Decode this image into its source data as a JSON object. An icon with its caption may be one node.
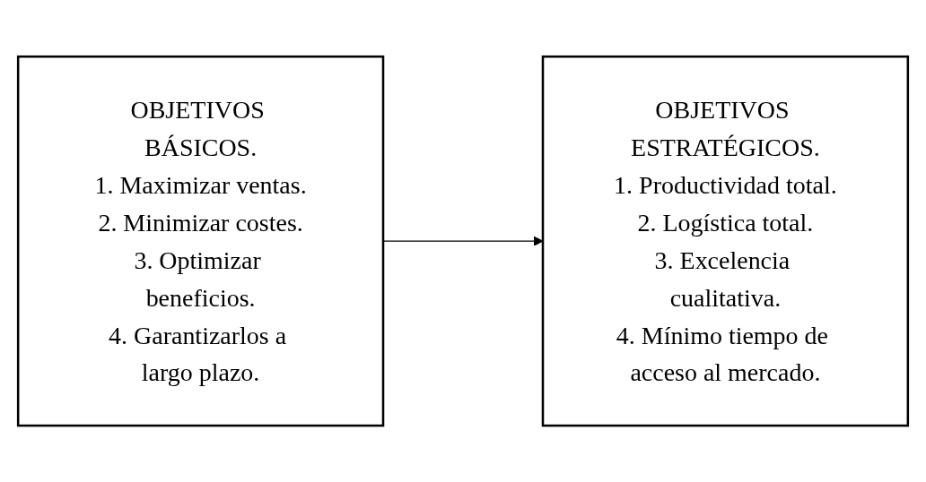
{
  "diagram": {
    "nodes": [
      {
        "text": [
          "OBJETIVOS BÁSICOS.",
          "1. Maximizar ventas.",
          "2. Minimizar costes.",
          "3. Optimizar beneficios.",
          "4. Garantizarlos a largo plazo."
        ]
      },
      {
        "text": [
          "OBJETIVOS ESTRATÉGICOS.",
          "1. Productividad total.",
          "2. Logística total.",
          "3. Excelencia cualitativa.",
          "4. Mínimo tiempo de acceso al mercado."
        ]
      }
    ],
    "edges": [
      {
        "from": 0,
        "to": 1,
        "arrow": "to"
      }
    ]
  }
}
